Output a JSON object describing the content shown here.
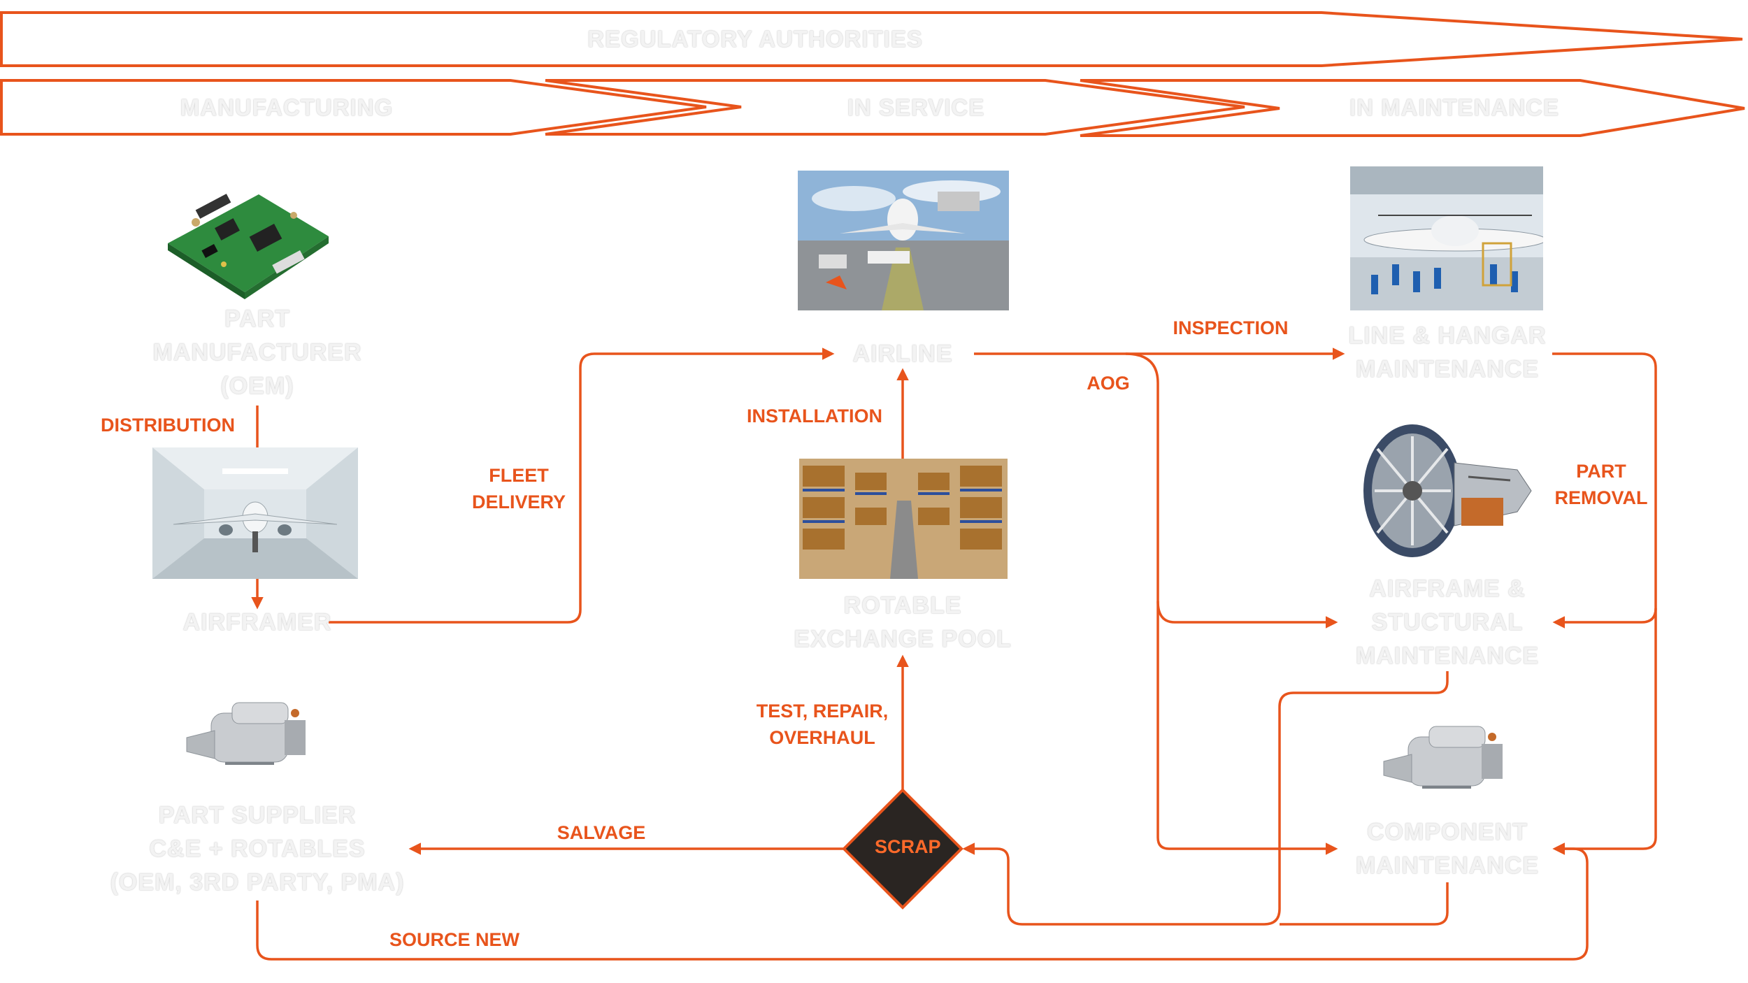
{
  "colors": {
    "accent": "#e8541c",
    "node_text": "#f3f3f3",
    "scrap_fill": "#2a2522"
  },
  "banners": {
    "regulatory": "REGULATORY AUTHORITIES",
    "manufacturing": "MANUFACTURING",
    "in_service": "IN SERVICE",
    "in_maintenance": "IN MAINTENANCE"
  },
  "nodes": {
    "part_manufacturer": "PART\nMANUFACTURER\n(OEM)",
    "airframer": "AIRFRAMER",
    "airline": "AIRLINE",
    "rotable_pool": "ROTABLE\nEXCHANGE POOL",
    "line_hangar": "LINE & HANGAR\nMAINTENANCE",
    "airframe_structural": "AIRFRAME &\nSTUCTURAL\nMAINTENANCE",
    "component_maintenance": "COMPONENT\nMAINTENANCE",
    "part_supplier": "PART SUPPLIER\nC&E + ROTABLES\n(OEM, 3RD PARTY, PMA)",
    "scrap": "SCRAP"
  },
  "flows": {
    "distribution": "DISTRIBUTION",
    "fleet_delivery": "FLEET\nDELIVERY",
    "installation": "INSTALLATION",
    "inspection": "INSPECTION",
    "aog": "AOG",
    "part_removal": "PART\nREMOVAL",
    "test_repair": "TEST, REPAIR,\nOVERHAUL",
    "salvage": "SALVAGE",
    "source_new": "SOURCE NEW"
  },
  "images": {
    "circuit_board": "circuit-board-icon",
    "aircraft_hangar": "aircraft-hangar-icon",
    "airport_apron": "airport-apron-icon",
    "maintenance_hangar": "maintenance-hangar-icon",
    "warehouse": "warehouse-icon",
    "jet_engine": "jet-engine-icon",
    "starter_motor": "starter-motor-icon"
  }
}
